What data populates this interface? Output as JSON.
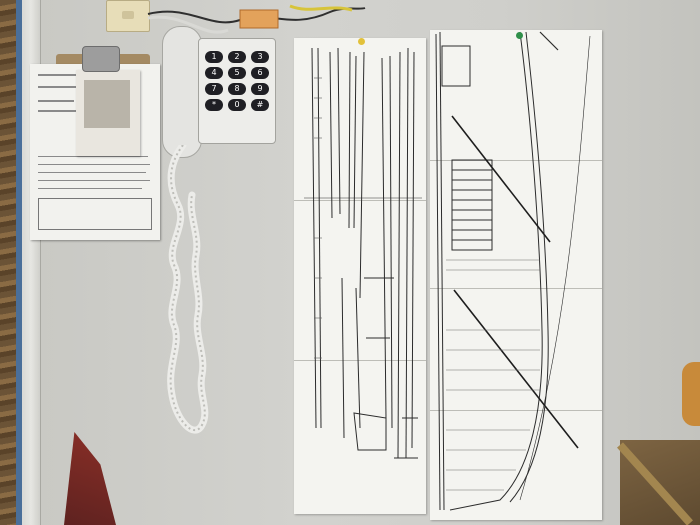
{
  "scene": {
    "description_label": "",
    "phone_keypad": {
      "keys": [
        "1",
        "2",
        "3",
        "4",
        "5",
        "6",
        "7",
        "8",
        "9",
        "*",
        "0",
        "#"
      ]
    },
    "colors": {
      "wall": "#cfcfcb",
      "paper": "#f4f4f0",
      "ink": "#2c2c2c",
      "keypad": "#1f1f24",
      "pin_green": "#2f8f4a",
      "pin_yellow": "#e2c13a"
    }
  }
}
